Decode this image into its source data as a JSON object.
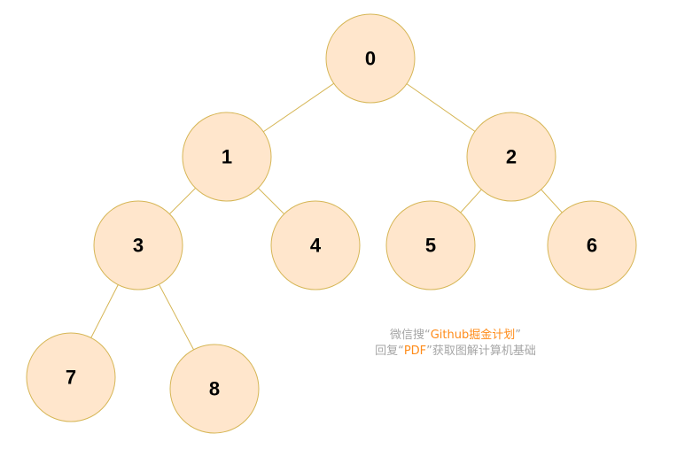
{
  "colors": {
    "node_fill": "#ffe6cc",
    "node_stroke": "#d6b656",
    "edge": "#d6b656",
    "watermark": "#a6a6a6",
    "highlight": "#ff8c1a"
  },
  "tree": {
    "nodes": [
      {
        "id": "0",
        "label": "0"
      },
      {
        "id": "1",
        "label": "1"
      },
      {
        "id": "2",
        "label": "2"
      },
      {
        "id": "3",
        "label": "3"
      },
      {
        "id": "4",
        "label": "4"
      },
      {
        "id": "5",
        "label": "5"
      },
      {
        "id": "6",
        "label": "6"
      },
      {
        "id": "7",
        "label": "7"
      },
      {
        "id": "8",
        "label": "8"
      }
    ],
    "edges": [
      [
        "0",
        "1"
      ],
      [
        "0",
        "2"
      ],
      [
        "1",
        "3"
      ],
      [
        "1",
        "4"
      ],
      [
        "2",
        "5"
      ],
      [
        "2",
        "6"
      ],
      [
        "3",
        "7"
      ],
      [
        "3",
        "8"
      ]
    ]
  },
  "watermark": {
    "line1_prefix": "微信搜“",
    "line1_highlight": "Github掘金计划",
    "line1_suffix": "”",
    "line2_prefix": "回复“",
    "line2_highlight": "PDF",
    "line2_suffix": "”获取图解计算机基础"
  }
}
